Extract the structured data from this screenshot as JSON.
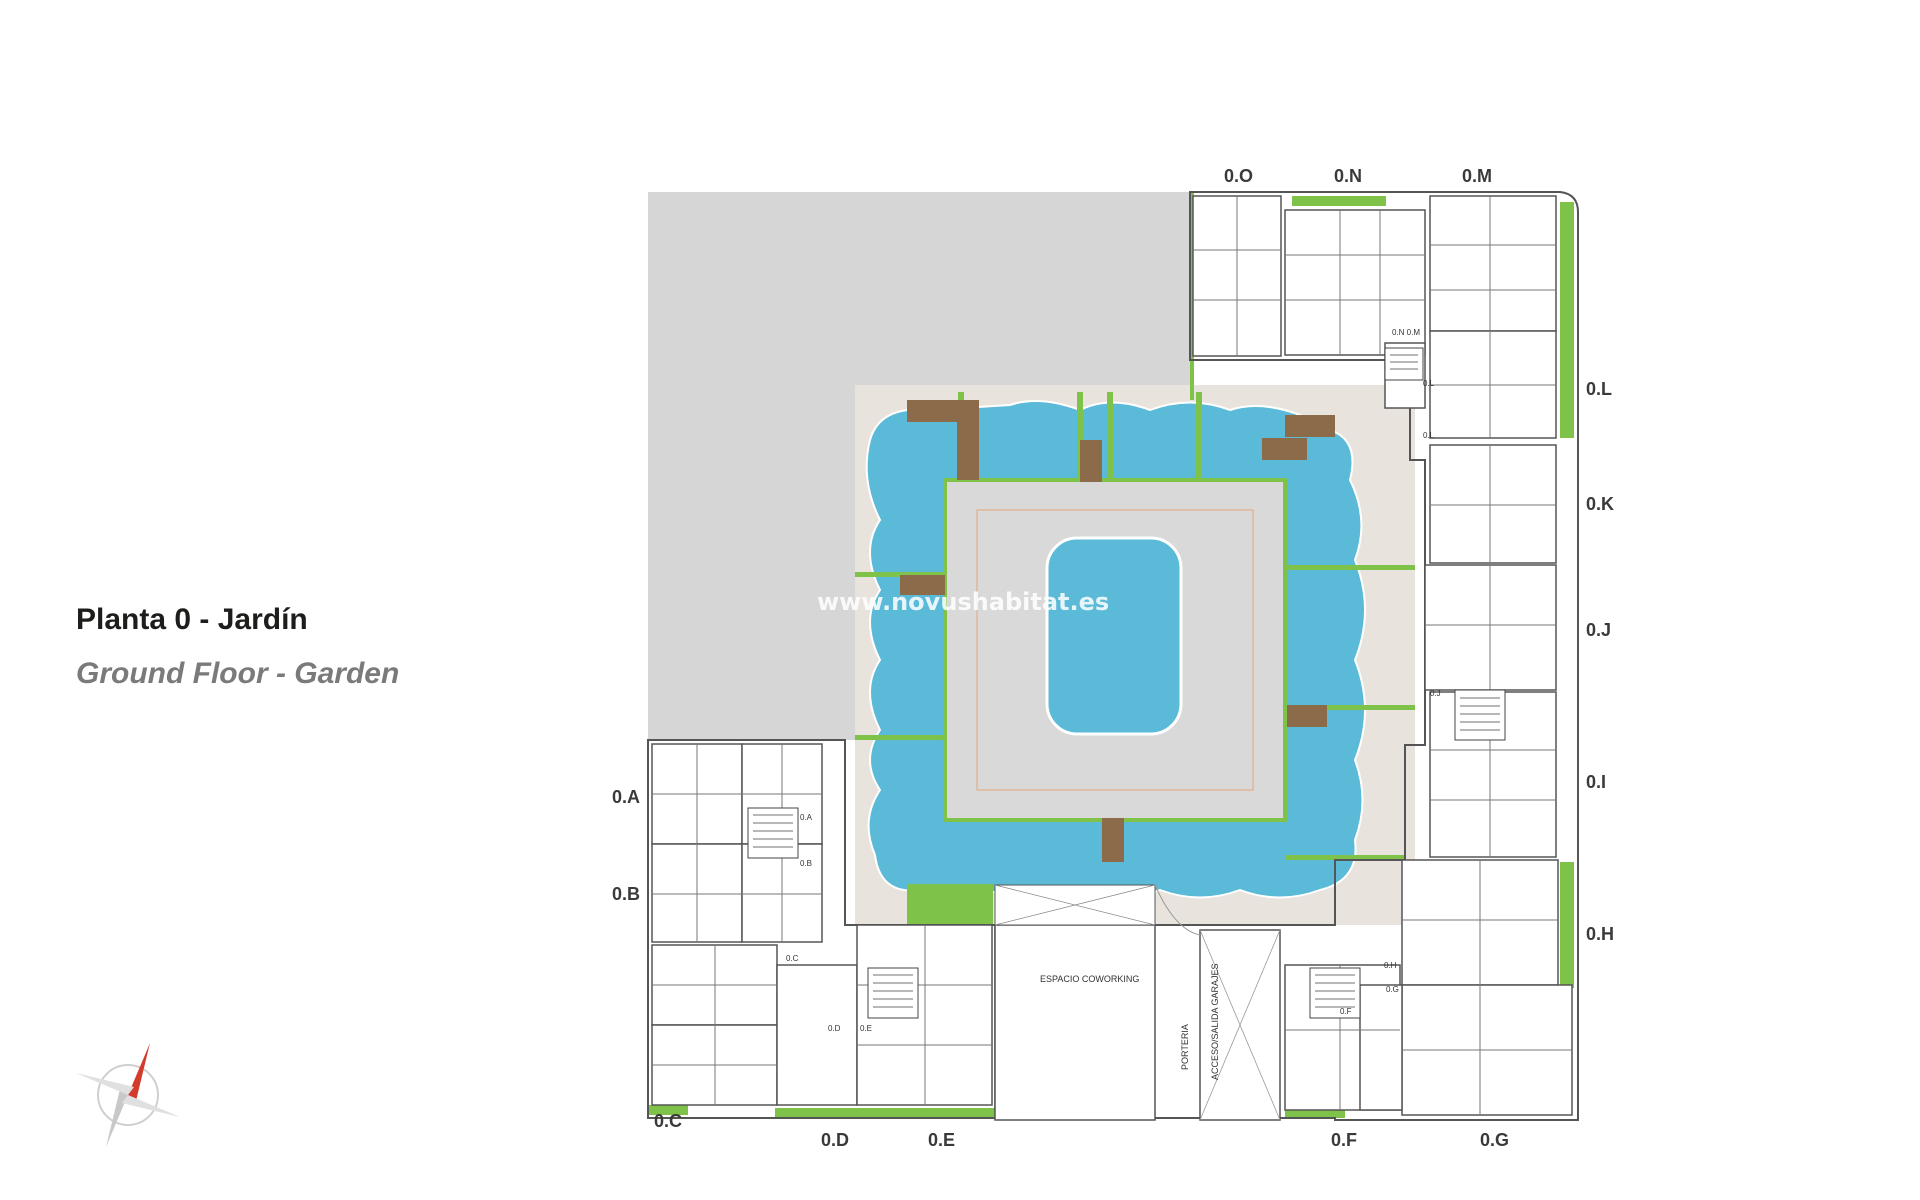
{
  "heading": {
    "title": "Planta 0 - Jardín",
    "subtitle": "Ground Floor - Garden"
  },
  "watermark": "www.novushabitat.es",
  "units": {
    "top": [
      "0.O",
      "0.N",
      "0.M"
    ],
    "right": [
      "0.L",
      "0.K",
      "0.J",
      "0.I",
      "0.H"
    ],
    "left": [
      "0.A",
      "0.B",
      "0.C"
    ],
    "bottom": [
      "0.D",
      "0.E",
      "0.F",
      "0.G"
    ]
  },
  "small_tags": {
    "nm": "0.N 0.M",
    "l": "0.L",
    "a": "0.A",
    "b": "0.B",
    "c": "0.C",
    "d": "0.D",
    "e": "0.E",
    "f": "0.F",
    "g": "0.G",
    "h": "0.H",
    "j": "0.J",
    "l2": "0.L"
  },
  "rooms": {
    "coworking": "ESPACIO COWORKING",
    "porteria": "PORTERIA",
    "garage": "ACCESO/SALIDA GARAJES"
  },
  "compass": "compass-icon",
  "colors": {
    "water": "#5bbad8",
    "paving": "#d9d9d9",
    "terrace": "#e7e3dc",
    "lawn": "#7fc24a",
    "deck": "#8b6b4a",
    "walls": "#555555",
    "compass": "#d33b2c"
  }
}
